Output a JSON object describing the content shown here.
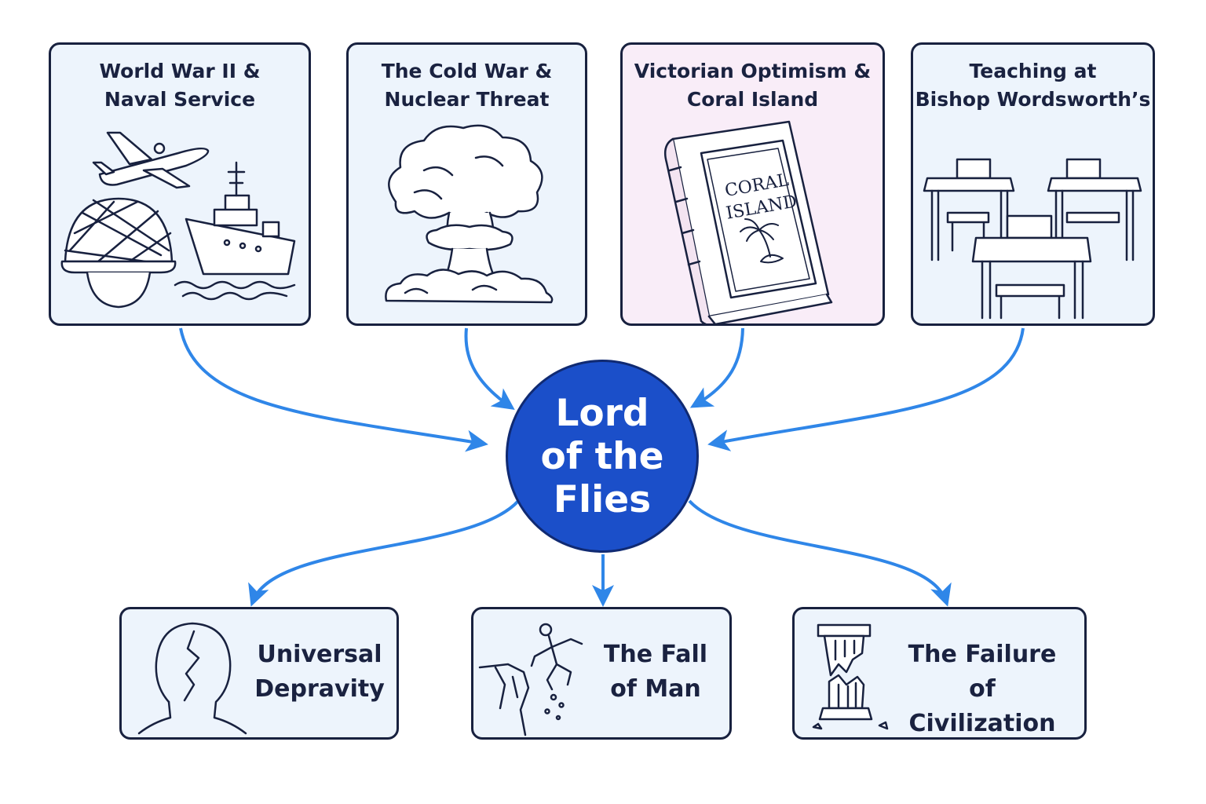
{
  "center": {
    "line1": "Lord",
    "line2": "of the",
    "line3": "Flies"
  },
  "influences": [
    {
      "line1": "World War II &",
      "line2": "Naval Service",
      "icons": [
        "plane-icon",
        "helmet-icon",
        "warship-icon"
      ]
    },
    {
      "line1": "The Cold War &",
      "line2": "Nuclear Threat",
      "icons": [
        "mushroom-cloud-icon"
      ]
    },
    {
      "line1": "Victorian Optimism &",
      "line2": "Coral Island",
      "icons": [
        "book-icon"
      ],
      "book_title_line1": "CORAL",
      "book_title_line2": "ISLAND"
    },
    {
      "line1": "Teaching at",
      "line2": "Bishop Wordsworth’s",
      "icons": [
        "school-desks-icon"
      ]
    }
  ],
  "themes": [
    {
      "line1": "Universal",
      "line2": "Depravity",
      "icon": "cracked-head-icon"
    },
    {
      "line1": "The Fall",
      "line2": "of Man",
      "icon": "falling-figure-icon"
    },
    {
      "line1": "The Failure",
      "line2": "of Civilization",
      "icon": "broken-column-icon"
    }
  ],
  "colors": {
    "arrow": "#2f86e8",
    "center_fill": "#1b4fc9",
    "box_fill": "#edf4fc",
    "box_fill_highlight": "#f9edf8",
    "outline": "#18213f"
  }
}
